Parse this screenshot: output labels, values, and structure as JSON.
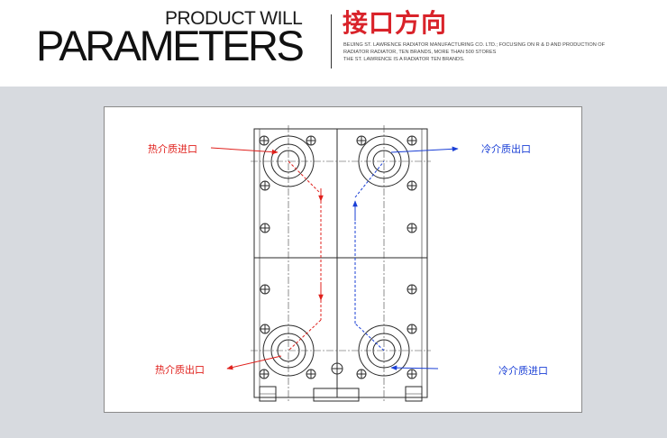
{
  "header": {
    "subtitle_en": "PRODUCT WILL",
    "title_en": "PARAMETERS",
    "title_cn": "接口方向",
    "description_lines": [
      "BEIJING ST. LAWRENCE RADIATOR MANUFACTURING CO. LTD.; FOCUSING ON R & D AND PRODUCTION OF",
      "RADIATOR RADIATOR, TEN BRANDS, MORE THAN 500 STORES",
      "THE ST. LAWRENCE IS A RADIATOR TEN BRANDS."
    ],
    "accent_color": "#d9232a"
  },
  "diagram": {
    "labels": {
      "hot_in": "热介质进口",
      "hot_out": "热介质出口",
      "cold_out": "冷介质出口",
      "cold_in": "冷介质进口"
    },
    "colors": {
      "hot": "#e0201c",
      "cold": "#1a3fd6",
      "outline": "#2a2a2a"
    }
  }
}
